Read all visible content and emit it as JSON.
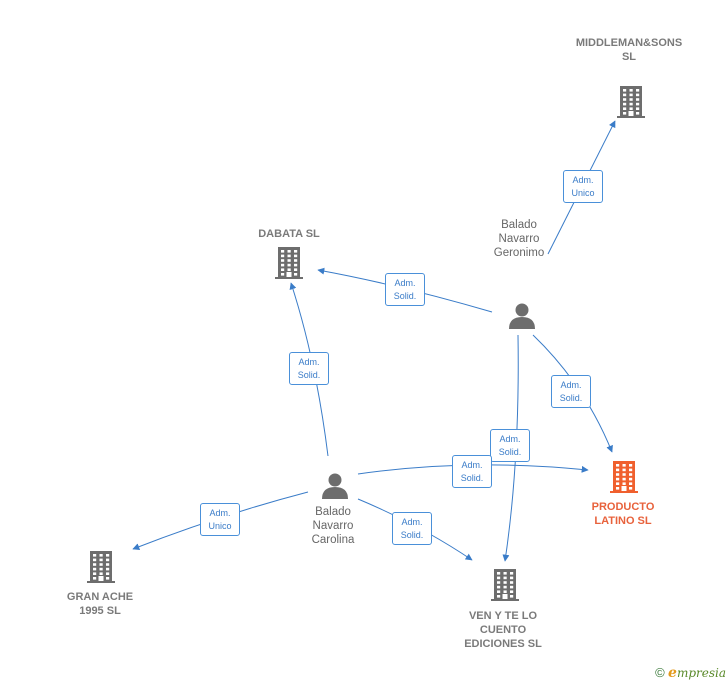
{
  "colors": {
    "edge": "#3a7cc8",
    "building": "#6d6d6d",
    "building_highlight": "#f0602e",
    "person": "#6d6d6d"
  },
  "nodes": [
    {
      "id": "middleman",
      "type": "company",
      "label": "MIDDLEMAN&SONS\nSL"
    },
    {
      "id": "dabata",
      "type": "company",
      "label": "DABATA SL"
    },
    {
      "id": "geronimo",
      "type": "person",
      "label": "Balado\nNavarro\nGeronimo"
    },
    {
      "id": "producto",
      "type": "company",
      "label": "PRODUCTO\nLATINO SL",
      "highlight": true
    },
    {
      "id": "carolina",
      "type": "person",
      "label": "Balado\nNavarro\nCarolina"
    },
    {
      "id": "granache",
      "type": "company",
      "label": "GRAN ACHE\n1995 SL"
    },
    {
      "id": "venyte",
      "type": "company",
      "label": "VEN Y TE LO\nCUENTO\nEDICIONES SL"
    }
  ],
  "edges": [
    {
      "id": "e1",
      "from": "geronimo",
      "to": "middleman",
      "label": "Adm.\nUnico"
    },
    {
      "id": "e2",
      "from": "geronimo",
      "to": "dabata",
      "label": "Adm.\nSolid."
    },
    {
      "id": "e3",
      "from": "geronimo",
      "to": "producto",
      "label": "Adm.\nSolid."
    },
    {
      "id": "e4",
      "from": "geronimo",
      "to": "venyte",
      "label": "Adm.\nSolid."
    },
    {
      "id": "e5",
      "from": "carolina",
      "to": "dabata",
      "label": "Adm.\nSolid."
    },
    {
      "id": "e6",
      "from": "carolina",
      "to": "producto",
      "label": "Adm.\nSolid."
    },
    {
      "id": "e7",
      "from": "carolina",
      "to": "granache",
      "label": "Adm.\nUnico"
    },
    {
      "id": "e8",
      "from": "carolina",
      "to": "venyte",
      "label": "Adm.\nSolid."
    }
  ],
  "footer": {
    "copyright": "©",
    "brand_initial": "e",
    "brand_rest": "mpresia"
  }
}
